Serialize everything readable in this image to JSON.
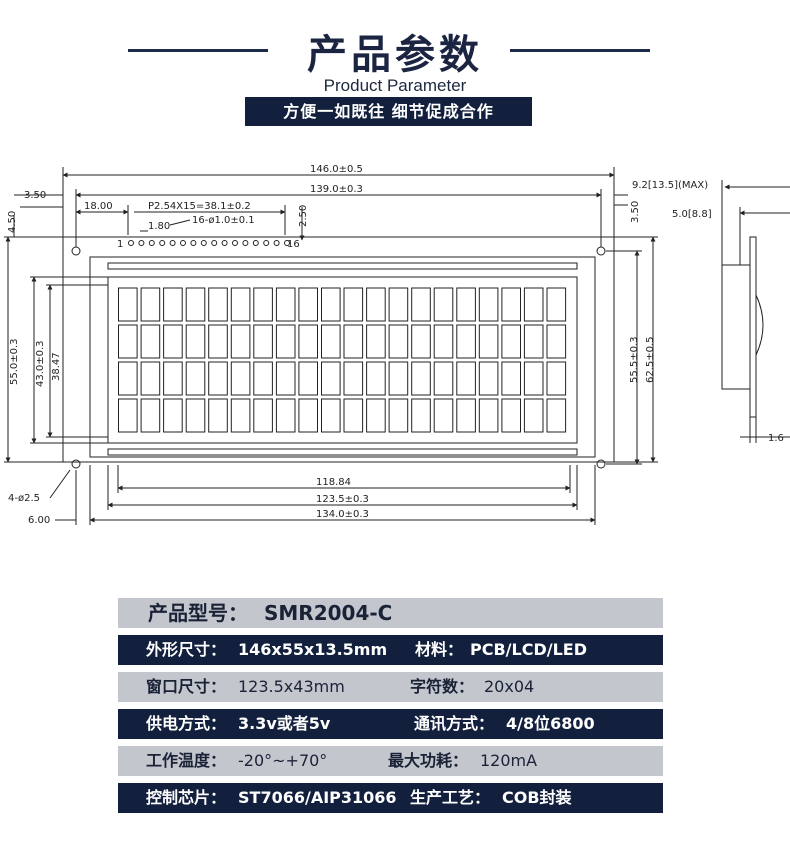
{
  "header": {
    "title": "产品参数",
    "subtitle": "Product Parameter",
    "banner": "方便一如既往  细节促成合作"
  },
  "drawing": {
    "dims": {
      "overall_width": "146.0±0.5",
      "hole_span": "139.0±0.3",
      "pin_offset": "18.00",
      "pin_pitch": "P2.54X15=38.1±0.2",
      "pin_hole": "16-ø1.0±0.1",
      "pin_gap": "1.80",
      "pin_first": "1",
      "pin_last": "16",
      "pin_height": "2.50",
      "left_margin": "3.50",
      "top_margin": "4.50",
      "right_margin": "3.50",
      "overall_height": "55.0±0.3",
      "window_height": "43.0±0.3",
      "view_height": "38.47",
      "right_h1": "55.5±0.3",
      "right_h2": "62.5±0.5",
      "view_width": "118.84",
      "window_width": "123.5±0.3",
      "bezel_width": "134.0±0.3",
      "mount_hole": "4-ø2.5",
      "bottom_margin": "6.00",
      "side_thick_max": "9.2[13.5](MAX)",
      "side_thick_pcb": "5.0[8.8]",
      "side_pcb": "1.6"
    }
  },
  "specs": {
    "model_label": "产品型号：",
    "model_value": "SMR2004-C",
    "size_label": "外形尺寸：",
    "size_value": "146x55x13.5mm",
    "material_label": "材料：",
    "material_value": "PCB/LCD/LED",
    "window_label": "窗口尺寸：",
    "window_value": "123.5x43mm",
    "chars_label": "字符数：",
    "chars_value": "20x04",
    "power_label": "供电方式：",
    "power_value": "3.3v或者5v",
    "interface_label": "通讯方式：",
    "interface_value": "4/8位6800",
    "temp_label": "工作温度：",
    "temp_value": "-20°~+70°",
    "consumption_label": "最大功耗：",
    "consumption_value": "120mA",
    "chip_label": "控制芯片：",
    "chip_value": "ST7066/AIP31066",
    "process_label": "生产工艺：",
    "process_value": "COB封装"
  },
  "colors": {
    "navy": "#13203d",
    "light_gray": "#c3c6cd"
  }
}
